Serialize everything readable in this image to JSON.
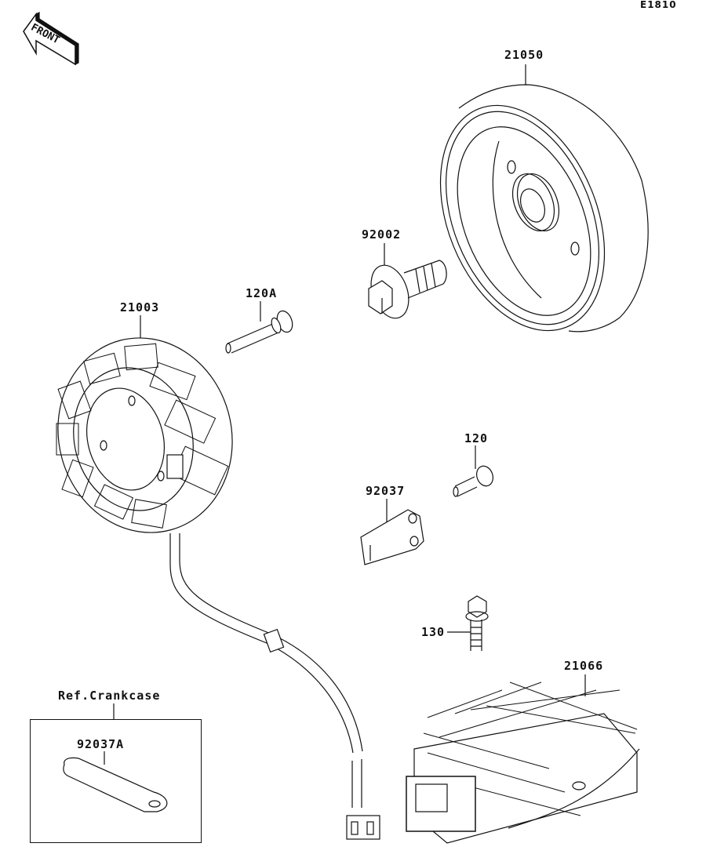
{
  "diagram": {
    "code": "E1810",
    "orientation_label": "FRONT",
    "orientation_icon": "front-arrow-icon",
    "parts": [
      {
        "number": "21050",
        "description_icon": "flywheel-rotor-icon"
      },
      {
        "number": "92002",
        "description_icon": "flange-bolt-icon"
      },
      {
        "number": "120A",
        "description_icon": "socket-bolt-icon"
      },
      {
        "number": "21003",
        "description_icon": "stator-coil-icon"
      },
      {
        "number": "120",
        "description_icon": "socket-bolt-short-icon"
      },
      {
        "number": "92037",
        "description_icon": "clamp-bracket-icon"
      },
      {
        "number": "130",
        "description_icon": "flange-bolt-small-icon"
      },
      {
        "number": "21066",
        "description_icon": "regulator-rectifier-icon"
      },
      {
        "number": "92037A",
        "description_icon": "clamp-strap-icon"
      }
    ],
    "reference": {
      "label": "Ref.Crankcase"
    }
  }
}
